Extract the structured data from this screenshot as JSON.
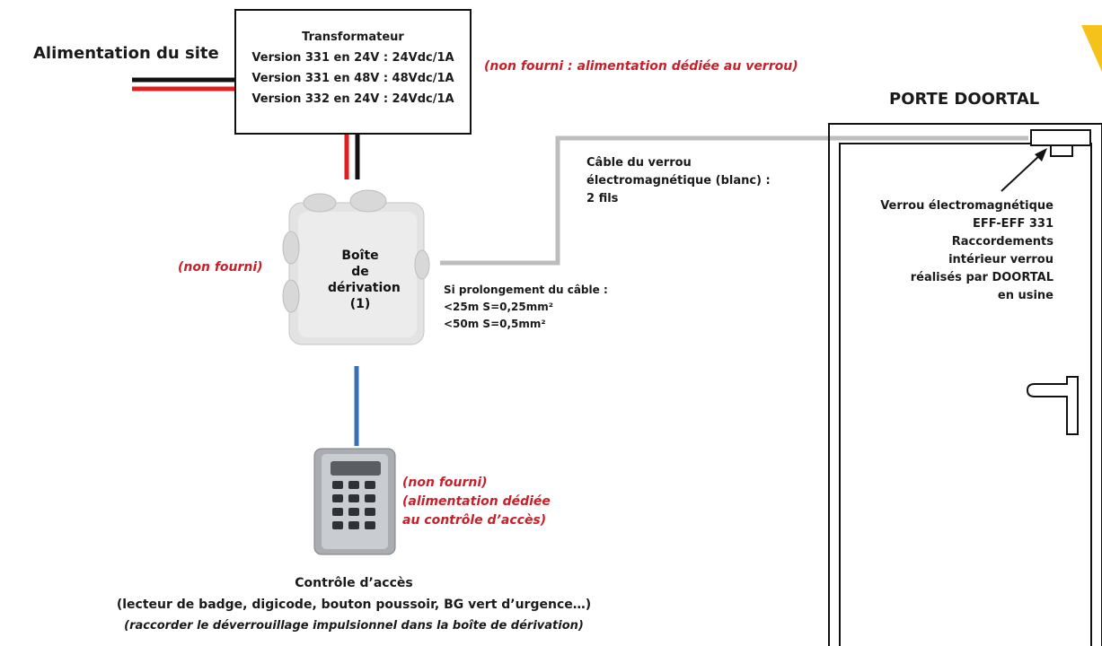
{
  "site_power_label": "Alimentation du site",
  "transformer": {
    "title": "Transformateur",
    "lines": [
      "Version 331 en 24V : 24Vdc/1A",
      "Version 331 en 48V : 48Vdc/1A",
      "Version 332 en 24V : 24Vdc/1A"
    ],
    "note": "(non fourni : alimentation dédiée au verrou)"
  },
  "door": {
    "title": "PORTE DOORTAL"
  },
  "cable": {
    "lines": [
      "Câble du verrou",
      "électromagnétique (blanc) :",
      "2 fils"
    ],
    "extension_lines": [
      "Si prolongement du câble :",
      "<25m S=0,25mm²",
      "<50m S=0,5mm²"
    ]
  },
  "junction_box": {
    "label_lines": [
      "Boîte",
      "de",
      "dérivation",
      "(1)"
    ],
    "note": "(non fourni)"
  },
  "lock": {
    "lines": [
      "Verrou électromagnétique",
      "EFF-EFF 331",
      "Raccordements",
      "intérieur verrou",
      "réalisés par DOORTAL",
      "en usine"
    ]
  },
  "access_control": {
    "note_lines": [
      "(non fourni)",
      "(alimentation dédiée",
      "au contrôle d’accès)"
    ],
    "title": "Contrôle d’accès",
    "subtitle": "(lecteur de badge, digicode, bouton poussoir, BG vert d’urgence…)",
    "instruction": "(raccorder le déverrouillage impulsionnel dans la boîte de dérivation)"
  },
  "colors": {
    "wire_red": "#e0201e",
    "wire_black": "#111111",
    "wire_blue": "#3a6fb5",
    "wire_grey": "#bdbdbd",
    "note_red": "#c8202a",
    "corner_accent": "#f5c21b"
  }
}
